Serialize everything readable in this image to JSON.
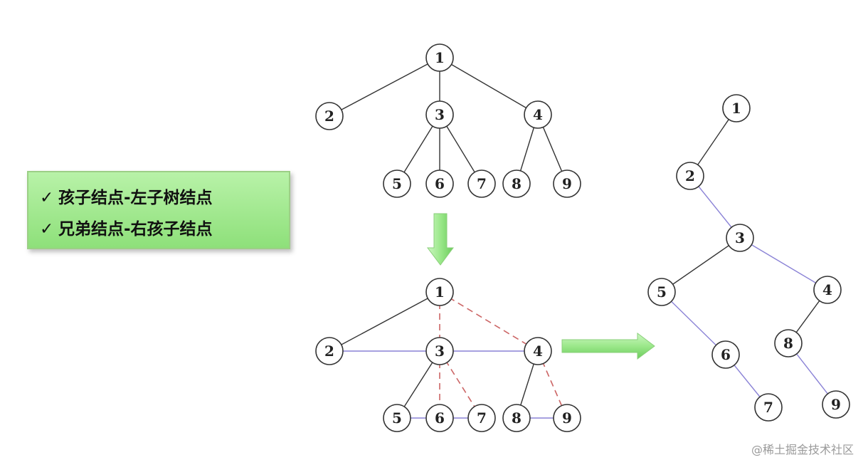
{
  "legend": {
    "line1": "孩子结点-左子树结点",
    "line2": "兄弟结点-右孩子结点",
    "check": "✓"
  },
  "watermark": "@稀土掘金技术社区",
  "colors": {
    "edge": "#333333",
    "sibling_edge": "#8a82d6",
    "removed_edge": "#cc6666",
    "arrow": "#9be88a"
  },
  "trees": {
    "original": {
      "nodes": [
        "1",
        "2",
        "3",
        "4",
        "5",
        "6",
        "7",
        "8",
        "9"
      ],
      "edges": [
        [
          "1",
          "2"
        ],
        [
          "1",
          "3"
        ],
        [
          "1",
          "4"
        ],
        [
          "3",
          "5"
        ],
        [
          "3",
          "6"
        ],
        [
          "3",
          "7"
        ],
        [
          "4",
          "8"
        ],
        [
          "4",
          "9"
        ]
      ]
    },
    "intermediate": {
      "nodes": [
        "1",
        "2",
        "3",
        "4",
        "5",
        "6",
        "7",
        "8",
        "9"
      ],
      "kept_edges": [
        [
          "1",
          "2"
        ],
        [
          "2",
          "3"
        ],
        [
          "3",
          "4"
        ],
        [
          "3",
          "5"
        ],
        [
          "5",
          "6"
        ],
        [
          "6",
          "7"
        ],
        [
          "4",
          "8"
        ],
        [
          "8",
          "9"
        ]
      ],
      "removed_edges": [
        [
          "1",
          "3"
        ],
        [
          "1",
          "4"
        ],
        [
          "3",
          "6"
        ],
        [
          "3",
          "7"
        ],
        [
          "4",
          "9"
        ]
      ]
    },
    "binary": {
      "nodes": [
        "1",
        "2",
        "3",
        "4",
        "5",
        "6",
        "7",
        "8",
        "9"
      ],
      "left_edges": [
        [
          "1",
          "2"
        ],
        [
          "3",
          "5"
        ],
        [
          "4",
          "8"
        ]
      ],
      "right_edges": [
        [
          "2",
          "3"
        ],
        [
          "3",
          "4"
        ],
        [
          "5",
          "6"
        ],
        [
          "6",
          "7"
        ],
        [
          "8",
          "9"
        ]
      ]
    }
  }
}
